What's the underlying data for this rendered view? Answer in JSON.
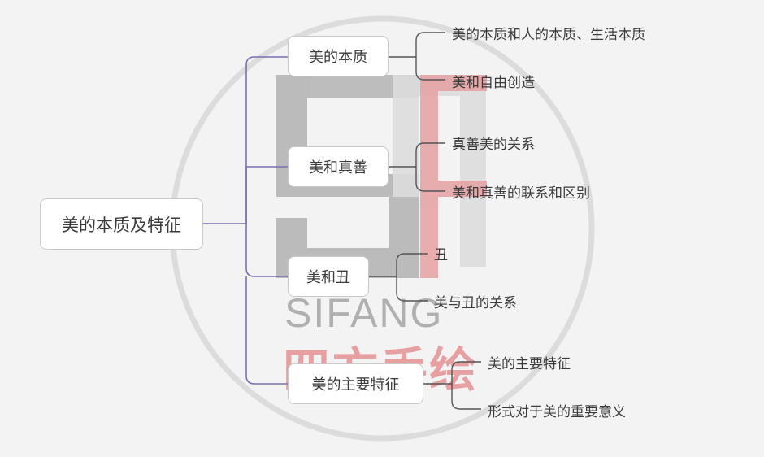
{
  "root": {
    "label": "美的本质及特征"
  },
  "branches": [
    {
      "label": "美的本质",
      "leaves": [
        "美的本质和人的本质、生活本质",
        "美和自由创造"
      ]
    },
    {
      "label": "美和真善",
      "leaves": [
        "真善美的关系",
        "美和真善的联系和区别"
      ]
    },
    {
      "label": "美和丑",
      "leaves": [
        "丑",
        "美与丑的关系"
      ]
    },
    {
      "label": "美的主要特征",
      "leaves": [
        "美的主要特征",
        "形式对于美的重要意义"
      ]
    }
  ],
  "watermark": {
    "latin": "SIFANG",
    "chinese": "四方手绘"
  },
  "colors": {
    "background": "#f3f3f3",
    "root_connector": "#7a6fb0",
    "leaf_connector": "#555555",
    "watermark_gray": "#b4b4b4",
    "watermark_red": "#e6a0a2"
  }
}
